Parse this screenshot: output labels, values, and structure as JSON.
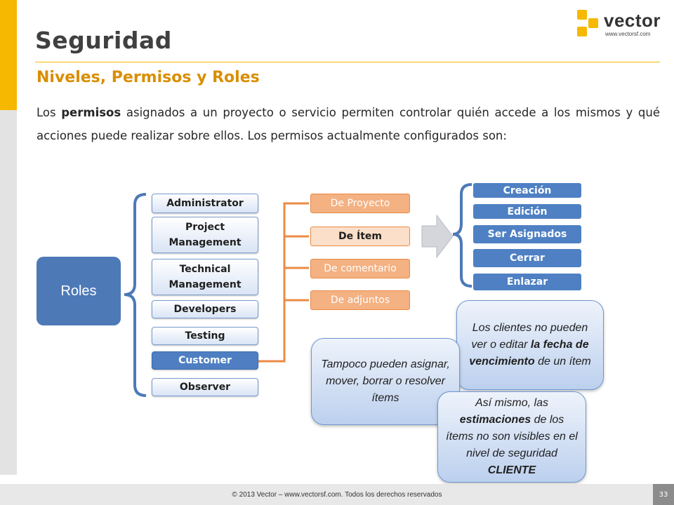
{
  "title": "Seguridad",
  "subtitle": "Niveles, Permisos y Roles",
  "intro": {
    "part1": "Los ",
    "bold": "permisos",
    "part2": " asignados a un proyecto o servicio permiten controlar quién accede a los mismos y qué acciones puede realizar sobre ellos. Los permisos actualmente configurados son:"
  },
  "logo": {
    "word": "vector",
    "url": "www.vectorsf.com"
  },
  "diagram": {
    "root": "Roles",
    "roles": [
      "Administrator",
      "Project Management",
      "Technical Management",
      "Developers",
      "Testing",
      "Customer",
      "Observer"
    ],
    "selected_role": "Customer",
    "permissions": [
      "De Proyecto",
      "De Ítem",
      "De comentario",
      "De adjuntos"
    ],
    "selected_permission": "De Ítem",
    "actions": [
      "Creación",
      "Edición",
      "Ser Asignados",
      "Cerrar",
      "Enlazar"
    ]
  },
  "notes": {
    "note1": {
      "pre": "Los clientes no pueden ver o editar ",
      "bold": "la fecha de vencimiento",
      "post": " de un ítem"
    },
    "note2": {
      "text": "Tampoco pueden asignar, mover, borrar o resolver ítems"
    },
    "note3": {
      "pre": "Así mismo, las ",
      "bold": "estimaciones",
      "mid": " de los ítems no son visibles en el nivel de seguridad ",
      "bold2": "CLIENTE"
    }
  },
  "footer": "© 2013 Vector – www.vectorsf.com. Todos los derechos reservados",
  "page_number": "33",
  "colors": {
    "accent": "#f6b800",
    "title": "#404040",
    "subtitle": "#d98e00",
    "blue": "#4d79b7",
    "orange": "#ec8b45"
  }
}
